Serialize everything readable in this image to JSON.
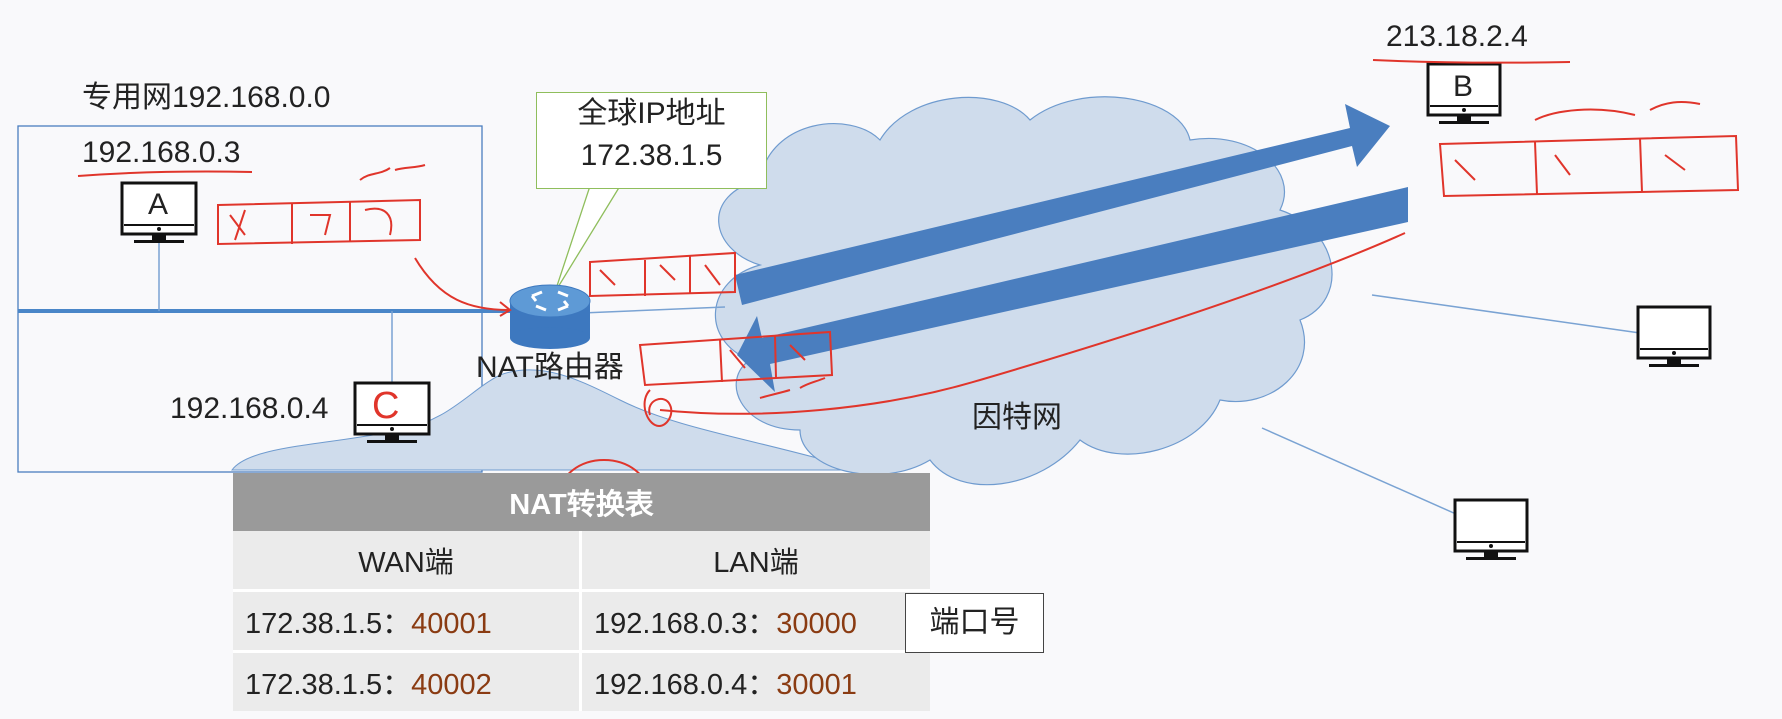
{
  "labels": {
    "private_net": "专用网192.168.0.0",
    "host_a_ip": "192.168.0.3",
    "host_a": "A",
    "host_c_ip": "192.168.0.4",
    "host_c": "C",
    "host_b_ip": "213.18.2.4",
    "host_b": "B",
    "router": "NAT路由器",
    "internet": "因特网"
  },
  "callout": {
    "line1": "全球IP地址",
    "line2": "172.38.1.5"
  },
  "nat_table": {
    "title": "NAT转换表",
    "headers": [
      "WAN端",
      "LAN端"
    ],
    "rows": [
      {
        "wan_ip": "172.38.1.5：",
        "wan_port": "40001",
        "lan_ip": "192.168.0.3：",
        "lan_port": "30000"
      },
      {
        "wan_ip": "172.38.1.5：",
        "wan_port": "40002",
        "lan_ip": "192.168.0.4：",
        "lan_port": "30001"
      }
    ]
  },
  "port_label": "端口号",
  "colors": {
    "arrow_blue": "#4a7ebf",
    "cloud_fill": "#cfdcec",
    "ink_red": "#e0352b",
    "router_blue": "#4a86c8"
  }
}
